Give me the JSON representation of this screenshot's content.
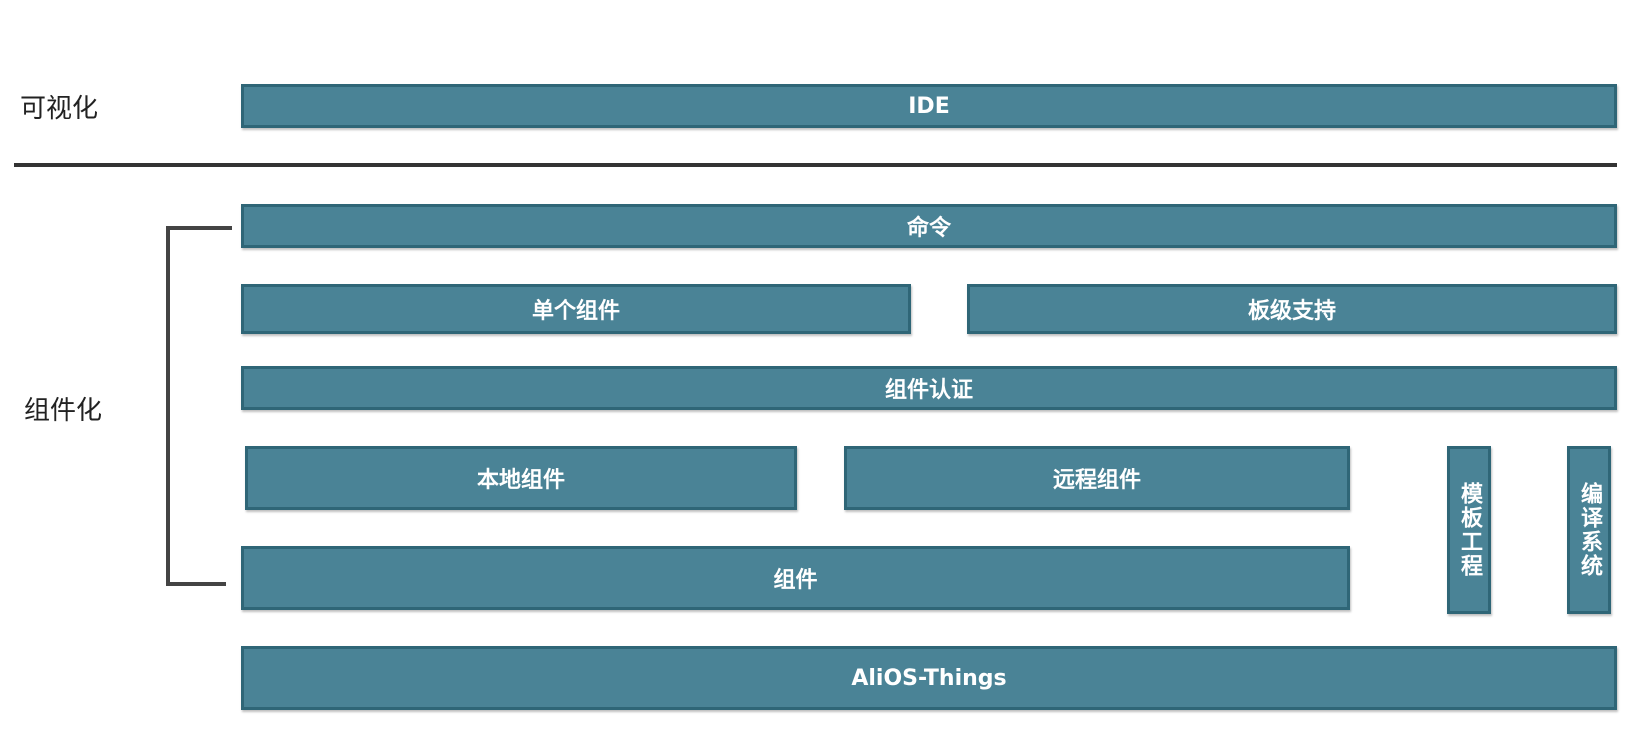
{
  "colors": {
    "block_fill": "#4a8396",
    "block_border": "#2f6677",
    "block_text": "#ffffff",
    "divider": "#333333"
  },
  "layers": {
    "visual": "可视化",
    "component": "组件化"
  },
  "blocks": {
    "ide": "IDE",
    "command": "命令",
    "single_component": "单个组件",
    "board_support": "板级支持",
    "component_certification": "组件认证",
    "local_component": "本地组件",
    "remote_component": "远程组件",
    "template_project": "模板工程",
    "build_system": "编译系统",
    "component": "组件",
    "aliosthings": "AliOS-Things"
  }
}
